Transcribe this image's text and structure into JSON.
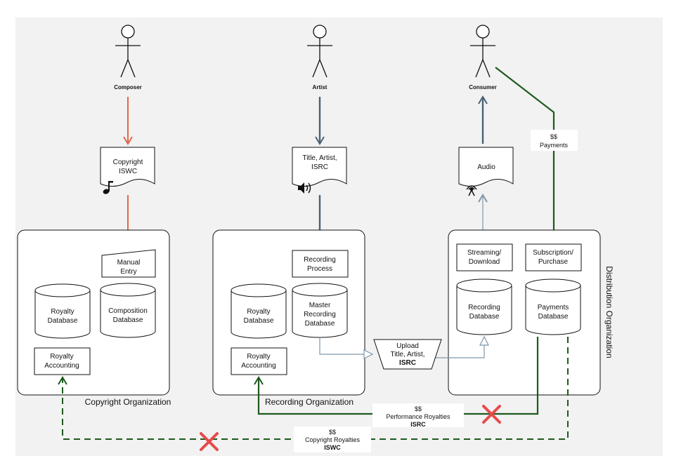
{
  "actors": {
    "composer": "Composer",
    "artist": "Artist",
    "consumer": "Consumer"
  },
  "documents": {
    "copyright": [
      "Copyright",
      "ISWC"
    ],
    "recording": [
      "Title, Artist,",
      "ISRC"
    ],
    "audio": [
      "Audio"
    ]
  },
  "copyright_org": {
    "label": "Copyright Organization",
    "manual_entry": [
      "Manual",
      "Entry"
    ],
    "royalty_db": [
      "Royalty",
      "Database"
    ],
    "composition_db": [
      "Composition",
      "Database"
    ],
    "royalty_accounting": [
      "Royalty",
      "Accounting"
    ]
  },
  "recording_org": {
    "label": "Recording Organization",
    "recording_process": [
      "Recording",
      "Process"
    ],
    "royalty_db": [
      "Royalty",
      "Database"
    ],
    "master_db": [
      "Master",
      "Recording",
      "Database"
    ],
    "royalty_accounting": [
      "Royalty",
      "Accounting"
    ]
  },
  "distribution_org": {
    "label": "Distribution Organization",
    "streaming": [
      "Streaming/",
      "Download"
    ],
    "subscription": [
      "Subscription/",
      "Purchase"
    ],
    "recording_db": [
      "Recording",
      "Database"
    ],
    "payments_db": [
      "Payments",
      "Database"
    ]
  },
  "upload": {
    "line1": "Upload",
    "line2": "Title, Artist,",
    "line3": "ISRC"
  },
  "labels": {
    "payments": [
      "$$",
      "Payments"
    ],
    "performance_royalties": [
      "$$",
      "Performance Royalties",
      "ISRC"
    ],
    "copyright_royalties": [
      "$$",
      "Copyright Royalties",
      "ISWC"
    ]
  },
  "colors": {
    "composer_flow": "#e0684a",
    "artist_flow": "#4a6275",
    "money_flow": "#1e5a1e",
    "upload_flow": "#7f96aa",
    "cross": "#e84a4a",
    "background": "#f2f2f2"
  }
}
